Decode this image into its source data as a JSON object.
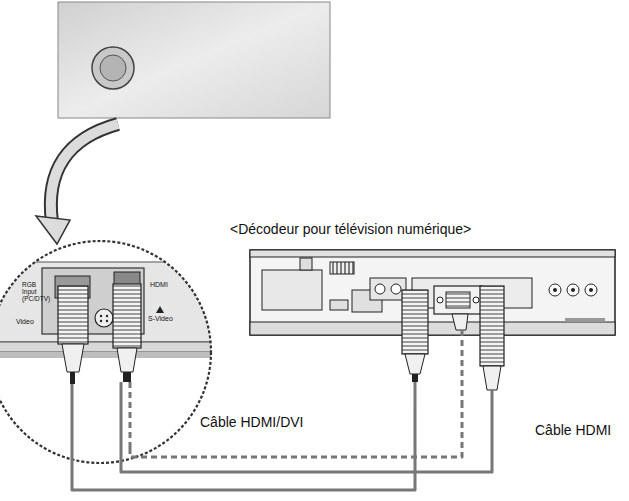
{
  "diagram": {
    "nodes": [
      {
        "text": [
          "RGB Input (PC/DTV)",
          "HDMI",
          "S-Video",
          "Video"
        ]
      },
      {
        "text": [
          "<Décodeur pour télévision numérique>"
        ]
      }
    ],
    "edges": [
      {
        "from": 0,
        "to": 1,
        "arrow": "none"
      },
      {
        "from": 0,
        "to": 1,
        "arrow": "none",
        "label": "Câble HDMI/DVI"
      },
      {
        "from": 0,
        "to": 1,
        "arrow": "none",
        "label": "Câble HDMI"
      }
    ]
  }
}
